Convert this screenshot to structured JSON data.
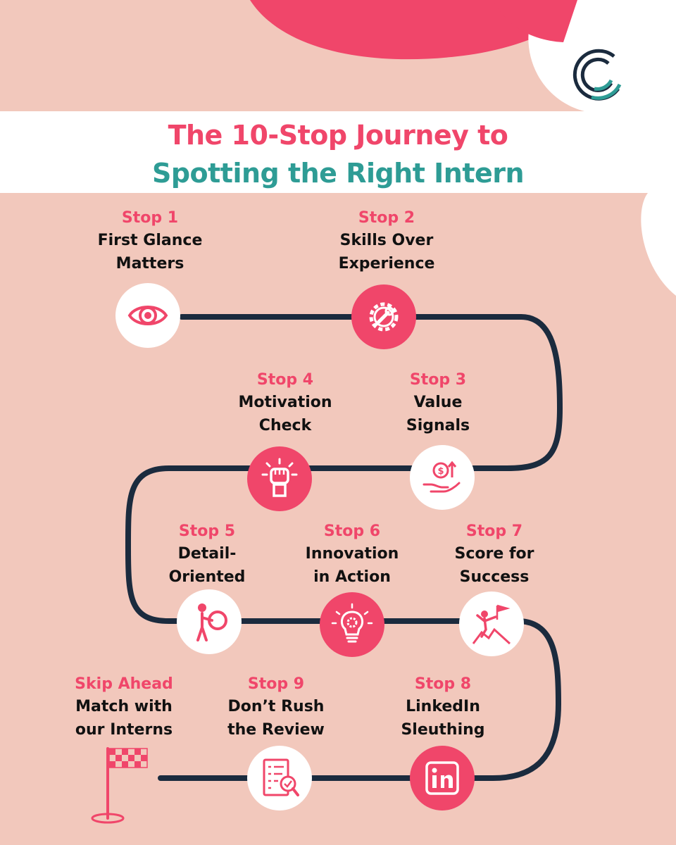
{
  "title": {
    "line1": "The 10-Stop Journey to",
    "line2": "Spotting the Right Intern"
  },
  "colors": {
    "background": "#f2c8bc",
    "pink": "#f0466a",
    "teal": "#2e9c95",
    "path": "#1b2b3e",
    "white": "#ffffff"
  },
  "stops": [
    {
      "stop": "Stop 1",
      "label": "First Glance\nMatters",
      "icon": "eye-icon"
    },
    {
      "stop": "Stop 2",
      "label": "Skills Over\nExperience",
      "icon": "gear-wrench-icon"
    },
    {
      "stop": "Stop 3",
      "label": "Value\nSignals",
      "icon": "money-hand-icon"
    },
    {
      "stop": "Stop 4",
      "label": "Motivation\nCheck",
      "icon": "raised-fist-icon"
    },
    {
      "stop": "Stop 5",
      "label": "Detail-\nOriented",
      "icon": "magnifier-person-icon"
    },
    {
      "stop": "Stop 6",
      "label": "Innovation\nin Action",
      "icon": "lightbulb-gear-icon"
    },
    {
      "stop": "Stop 7",
      "label": "Score for\nSuccess",
      "icon": "summit-flag-icon"
    },
    {
      "stop": "Stop 8",
      "label": "LinkedIn\nSleuthing",
      "icon": "linkedin-icon"
    },
    {
      "stop": "Stop 9",
      "label": "Don’t Rush\nthe Review",
      "icon": "checklist-review-icon"
    }
  ],
  "finish": {
    "stop": "Skip Ahead",
    "label": "Match with\nour Interns",
    "icon": "checkered-flag-icon"
  }
}
